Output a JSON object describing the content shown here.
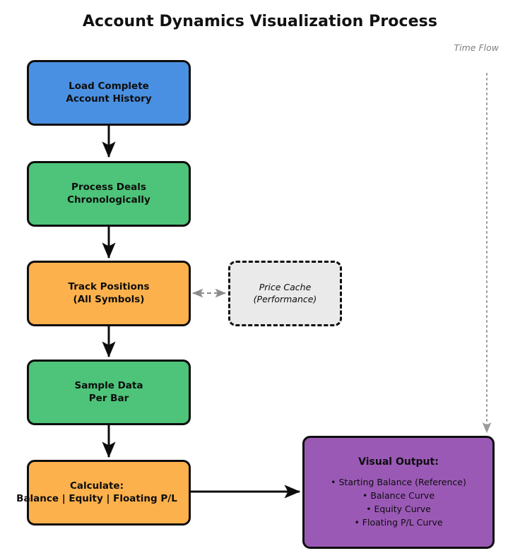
{
  "page": {
    "title": "Account Dynamics Visualization Process",
    "background": "#ffffff"
  },
  "annotations": {
    "time_flow_label": "Time Flow"
  },
  "colors": {
    "blue": "#4a90e2",
    "green": "#4dc479",
    "orange": "#fdb14c",
    "purple": "#9b59b6",
    "cache_gray": "#eaeaea",
    "outline": "#0d0d0d",
    "annotation_gray": "#808080"
  },
  "nodes": {
    "load_history": {
      "line1": "Load Complete",
      "line2": "Account History",
      "color": "#4a90e2"
    },
    "process_deals": {
      "line1": "Process Deals",
      "line2": "Chronologically",
      "color": "#4dc479"
    },
    "track_positions": {
      "line1": "Track Positions",
      "line2": "(All Symbols)",
      "color": "#fdb14c"
    },
    "price_cache": {
      "line1": "Price Cache",
      "line2": "(Performance)",
      "color": "#eaeaea"
    },
    "sample_data": {
      "line1": "Sample Data",
      "line2": "Per Bar",
      "color": "#4dc479"
    },
    "calculate": {
      "line1": "Calculate:",
      "line2": "Balance | Equity | Floating P/L",
      "color": "#fdb14c"
    },
    "visual_output": {
      "title": "Visual Output:",
      "color": "#9b59b6",
      "items": [
        "• Starting Balance (Reference)",
        "• Balance Curve",
        "• Equity Curve",
        "• Floating P/L Curve"
      ]
    }
  },
  "chart_data": {
    "type": "diagram",
    "title": "Account Dynamics Visualization Process",
    "flow": [
      "Load Complete Account History",
      "Process Deals Chronologically",
      "Track Positions (All Symbols)",
      "Sample Data Per Bar",
      "Calculate: Balance | Equity | Floating P/L",
      "Visual Output"
    ],
    "side_nodes": [
      "Price Cache (Performance)"
    ],
    "edges": [
      {
        "from": "Load Complete Account History",
        "to": "Process Deals Chronologically",
        "style": "solid",
        "arrow": "single"
      },
      {
        "from": "Process Deals Chronologically",
        "to": "Track Positions (All Symbols)",
        "style": "solid",
        "arrow": "single"
      },
      {
        "from": "Track Positions (All Symbols)",
        "to": "Price Cache (Performance)",
        "style": "dashed",
        "arrow": "double"
      },
      {
        "from": "Track Positions (All Symbols)",
        "to": "Sample Data Per Bar",
        "style": "solid",
        "arrow": "single"
      },
      {
        "from": "Sample Data Per Bar",
        "to": "Calculate: Balance | Equity | Floating P/L",
        "style": "solid",
        "arrow": "single"
      },
      {
        "from": "Calculate: Balance | Equity | Floating P/L",
        "to": "Visual Output",
        "style": "solid",
        "arrow": "single"
      },
      {
        "from": "Time Flow",
        "to": "Visual Output",
        "style": "dotted",
        "arrow": "single"
      }
    ]
  }
}
